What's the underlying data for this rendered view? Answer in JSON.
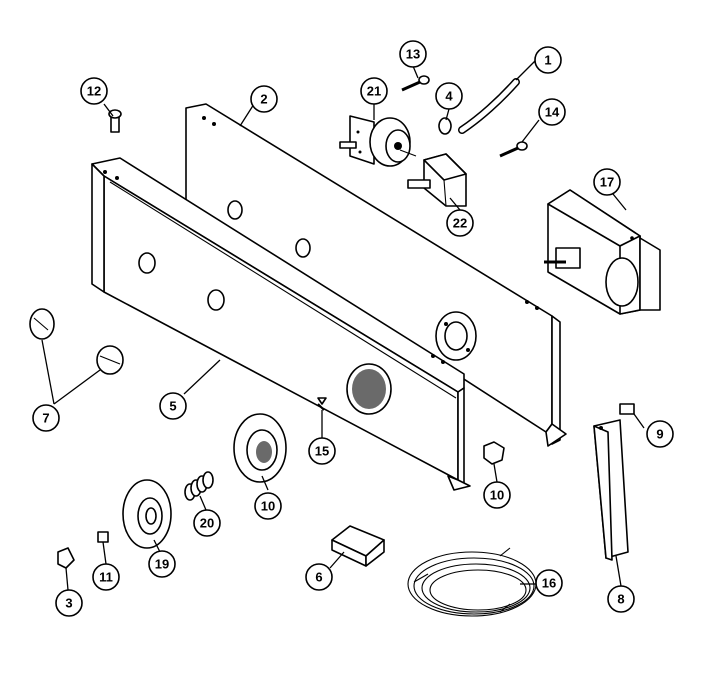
{
  "diagram": {
    "callouts": [
      {
        "num": "1"
      },
      {
        "num": "2"
      },
      {
        "num": "3"
      },
      {
        "num": "4"
      },
      {
        "num": "5"
      },
      {
        "num": "6"
      },
      {
        "num": "7"
      },
      {
        "num": "8"
      },
      {
        "num": "9"
      },
      {
        "num": "10"
      },
      {
        "num": "10"
      },
      {
        "num": "11"
      },
      {
        "num": "12"
      },
      {
        "num": "13"
      },
      {
        "num": "14"
      },
      {
        "num": "15"
      },
      {
        "num": "16"
      },
      {
        "num": "17"
      },
      {
        "num": "19"
      },
      {
        "num": "20"
      },
      {
        "num": "21"
      },
      {
        "num": "22"
      }
    ]
  }
}
